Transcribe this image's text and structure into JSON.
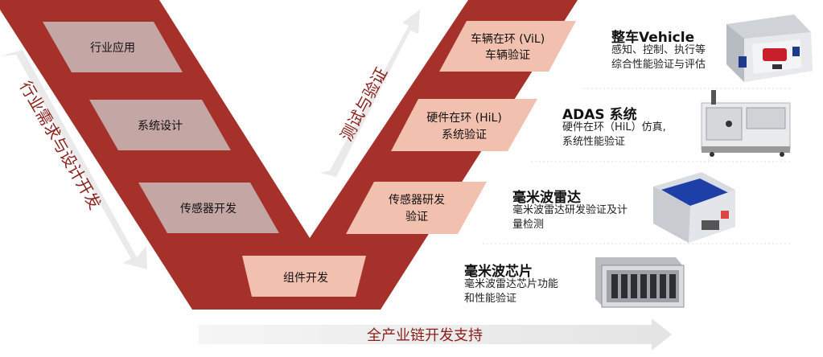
{
  "left_arrow_label": "行业需求与设计开发",
  "right_arrow_label": "测试与验证",
  "bottom_arrow_label": "全产业链开发支持",
  "boxes": {
    "industry": "行业应用",
    "system_design": "系统设计",
    "sensor_dev": "传感器开发",
    "component_dev": "组件开发",
    "sensor_rd_line1": "传感器研发",
    "sensor_rd_line2": "验证",
    "hil_line1": "硬件在环 (HiL)",
    "hil_line2": "系统验证",
    "vil_line1": "车辆在环 (ViL)",
    "vil_line2": "车辆验证"
  },
  "products": [
    {
      "title": "整车Vehicle",
      "desc1": "感知、控制、执行等",
      "desc2": "综合性能验证与评估"
    },
    {
      "title": "ADAS 系统",
      "desc1": "硬件在环（HiL）仿真,",
      "desc2": "系统性能验证"
    },
    {
      "title": "毫米波雷达",
      "desc1": "毫米波雷达研发验证及计",
      "desc2": "量检测"
    },
    {
      "title": "毫米波芯片",
      "desc1": "毫米波雷达芯片功能",
      "desc2": "和性能验证"
    }
  ],
  "colors": {
    "band": "#a6302a",
    "left_box": "#c4a6a4",
    "right_box": "#f2c0ae",
    "arrow": "#e8e8e8"
  }
}
